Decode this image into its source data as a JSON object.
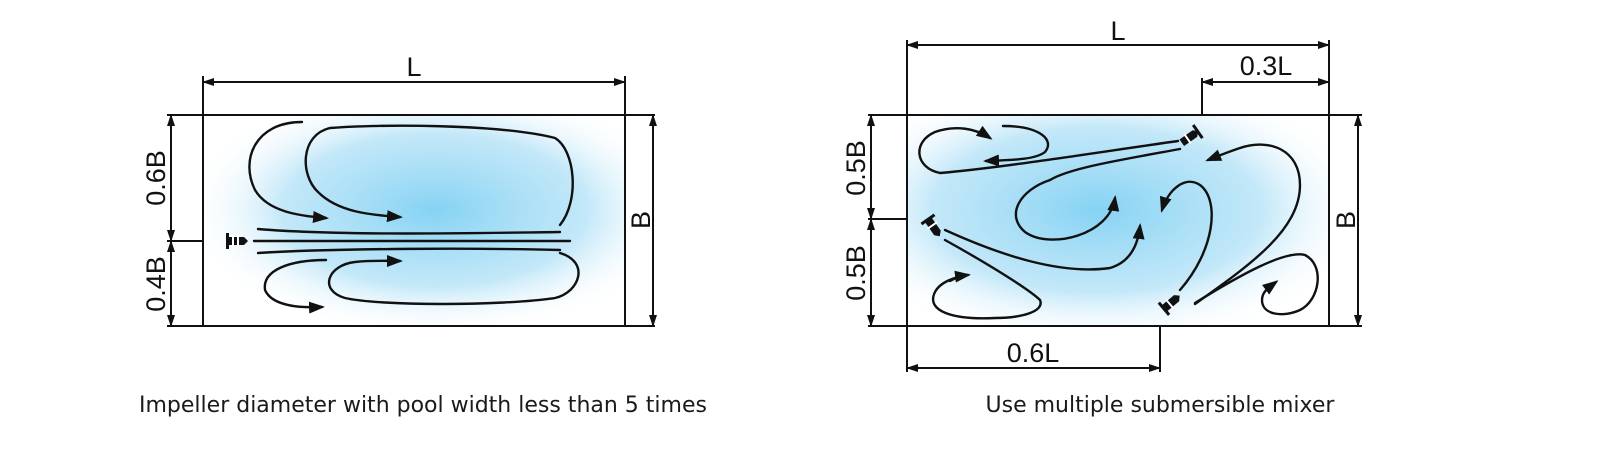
{
  "colors": {
    "water": "#7fd0f3",
    "line": "#111111",
    "background": "#ffffff"
  },
  "left_diagram": {
    "dim_length": "L",
    "dim_width": "B",
    "dim_upper": "0.6B",
    "dim_lower": "0.4B",
    "caption": "Impeller diameter with pool width less than 5 times",
    "mixer_icon": "submersible-mixer-icon"
  },
  "right_diagram": {
    "dim_length": "L",
    "dim_offset_top": "0.3L",
    "dim_width": "B",
    "dim_upper": "0.5B",
    "dim_lower": "0.5B",
    "dim_offset_bottom": "0.6L",
    "caption": "Use multiple submersible mixer",
    "mixer_icon": "submersible-mixer-icon"
  }
}
